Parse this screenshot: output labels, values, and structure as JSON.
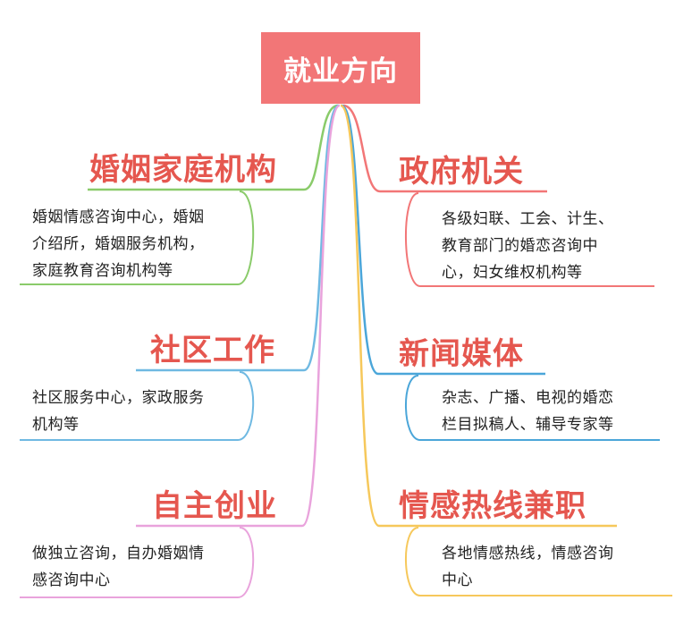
{
  "root": {
    "label": "就业方向"
  },
  "branches": [
    {
      "title": "婚姻家庭机构",
      "color": "#8acb6a",
      "lines": [
        "婚姻情感咨询中心，婚姻",
        "介绍所，婚姻服务机构，",
        "家庭教育咨询机构等"
      ]
    },
    {
      "title": "政府机关",
      "color": "#f27677",
      "lines": [
        "各级妇联、工会、计生、",
        "教育部门的婚恋咨询中",
        "心，妇女维权机构等"
      ]
    },
    {
      "title": "社区工作",
      "color": "#6fb9e2",
      "lines": [
        "社区服务中心，家政服务",
        "机构等"
      ]
    },
    {
      "title": "新闻媒体",
      "color": "#4ba6d9",
      "lines": [
        "杂志、广播、电视的婚恋",
        "栏目拟稿人、辅导专家等"
      ]
    },
    {
      "title": "自主创业",
      "color": "#e9a3dc",
      "lines": [
        "做独立咨询，自办婚姻情",
        "感咨询中心"
      ]
    },
    {
      "title": "情感热线兼职",
      "color": "#f6c85b",
      "lines": [
        "各地情感热线，情感咨询",
        "中心"
      ]
    }
  ]
}
